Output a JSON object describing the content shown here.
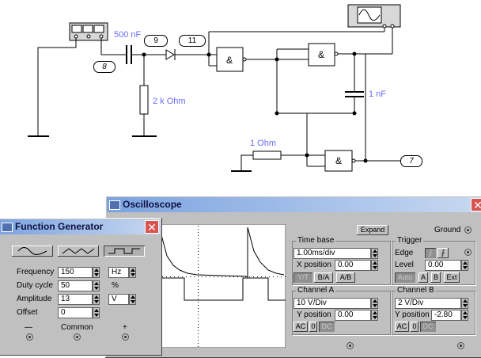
{
  "circuit": {
    "capacitor_c1": "500 nF",
    "resistor_r1": "2 k Ohm",
    "capacitor_c2": "1 nF",
    "resistor_r2": "1  Ohm",
    "node_tags": [
      "8",
      "9",
      "11",
      "7"
    ]
  },
  "oscilloscope": {
    "title": "Oscilloscope",
    "expand_label": "Expand",
    "ground_label": "Ground",
    "timebase": {
      "title": "Time base",
      "value": "1.00ms/div",
      "xpos_label": "X position",
      "xpos_value": "0.00",
      "modes": [
        "Y/T",
        "B/A",
        "A/B"
      ],
      "active_mode": "Y/T"
    },
    "trigger": {
      "title": "Trigger",
      "edge_label": "Edge",
      "level_label": "Level",
      "level_value": "0.00",
      "sources": [
        "Auto",
        "A",
        "B",
        "Ext"
      ],
      "active_source": "Auto"
    },
    "channel_a": {
      "title": "Channel A",
      "value": "10 V/Div",
      "ypos_label": "Y position",
      "ypos_value": "0.00",
      "coupling": [
        "AC",
        "0",
        "DC"
      ],
      "active_coupling": "DC"
    },
    "channel_b": {
      "title": "Channel B",
      "value": "2 V/Div",
      "ypos_label": "Y position",
      "ypos_value": "-2.80",
      "coupling": [
        "AC",
        "0",
        "DC"
      ],
      "active_coupling": "DC"
    }
  },
  "function_generator": {
    "title": "Function Generator",
    "waveforms": [
      "sine-wave-icon",
      "triangle-wave-icon",
      "square-wave-icon"
    ],
    "active_waveform": "square-wave-icon",
    "frequency": {
      "label": "Frequency",
      "value": "150",
      "unit": "Hz"
    },
    "duty_cycle": {
      "label": "Duty cycle",
      "value": "50",
      "unit": "%"
    },
    "amplitude": {
      "label": "Amplitude",
      "value": "13",
      "unit": "V"
    },
    "offset": {
      "label": "Offset",
      "value": "0"
    },
    "terminals": {
      "minus": "—",
      "common": "Common",
      "plus": "+"
    }
  },
  "colors": {
    "accent": "#6a6aff",
    "title_bar": "#7ba3e0",
    "close": "#d9534f",
    "trace": "#000000"
  }
}
